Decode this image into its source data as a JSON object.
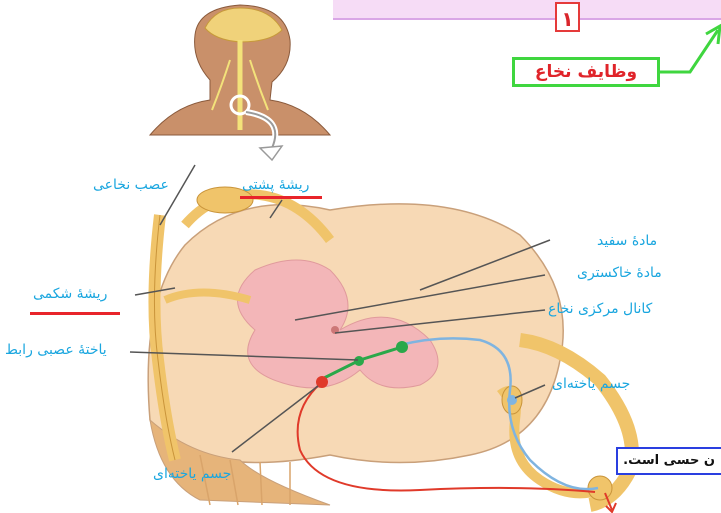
{
  "page_number": "۱",
  "title": "وظایف نخاع",
  "labels": {
    "spinal_nerve": "عصب نخاعی",
    "dorsal_root": "ریشهٔ پشتی",
    "ventral_root": "ریشهٔ شکمی",
    "white_matter": "مادهٔ سفید",
    "gray_matter": "مادهٔ خاکستری",
    "central_canal": "کانال مرکزی نخاع",
    "interneuron": "یاختهٔ عصبی رابط",
    "cell_body_right": "جسم یاخته‌ای",
    "cell_body_bottom": "جسم یاخته‌ای"
  },
  "bottom_text": "ن حسی است.",
  "colors": {
    "label_blue": "#1aa6df",
    "title_red": "#e0242a",
    "title_border_green": "#3fd63f",
    "underline_red": "#e8242a",
    "box_blue": "#2a3fe0",
    "topbar_pink": "#f6dcf6",
    "gray_matter": "#f3b6b8",
    "white_matter": "#f7d9b5",
    "nerve_yellow": "#f0c46a",
    "sensory_blue": "#7fb4e0",
    "motor_red": "#e03a2a",
    "interneuron_green": "#2aa84a"
  }
}
